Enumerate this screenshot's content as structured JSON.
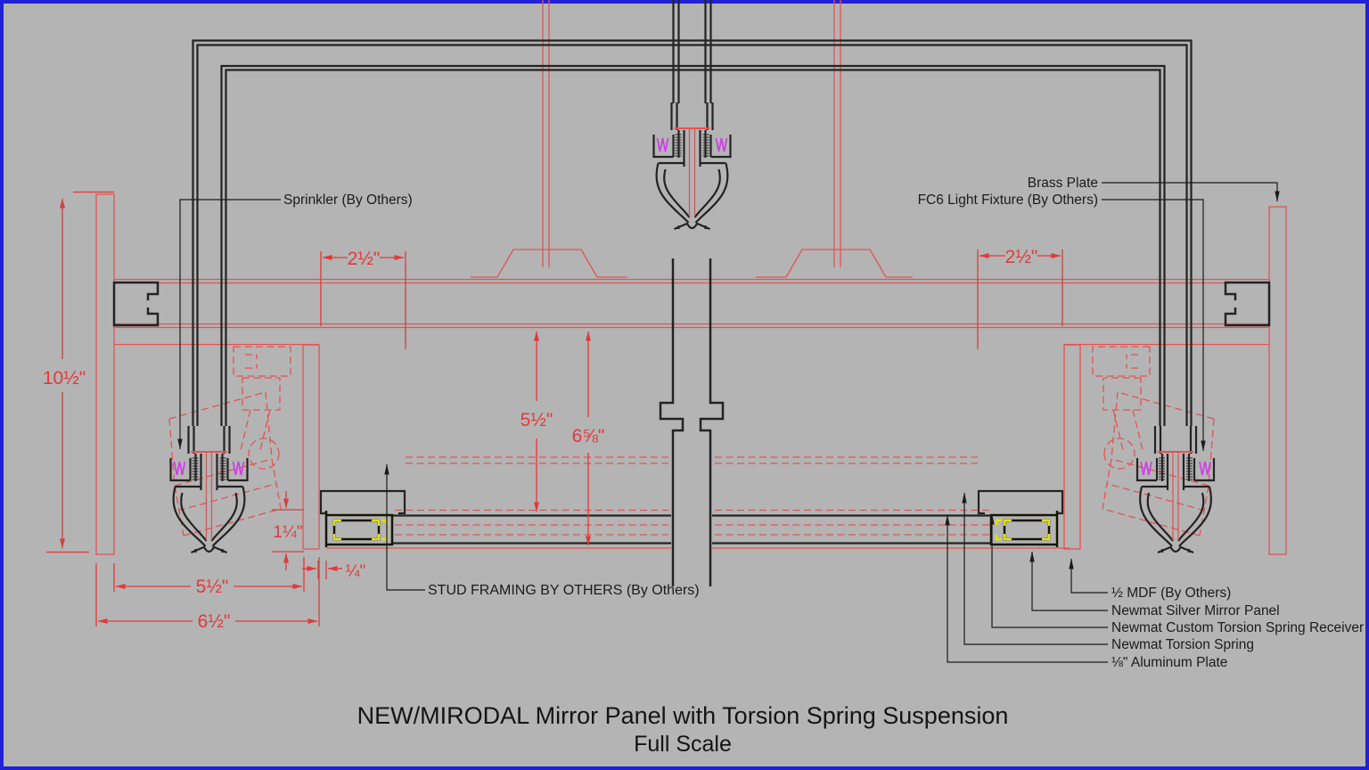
{
  "title": {
    "line1": "NEW/MIRODAL Mirror Panel with Torsion Spring Suspension",
    "line2": "Full Scale"
  },
  "callouts": {
    "sprinkler": "Sprinkler (By Others)",
    "brass_plate": "Brass Plate",
    "light_fixture": "FC6 Light Fixture (By Others)",
    "stud_framing": "STUD FRAMING BY OTHERS (By Others)",
    "mdf": "½ MDF (By Others)",
    "mirror_panel": "Newmat Silver Mirror Panel",
    "spring_receiver": "Newmat Custom Torsion Spring Receiver",
    "torsion_spring": "Newmat Torsion Spring",
    "aluminum_plate": "⅛\" Aluminum Plate"
  },
  "dimensions": {
    "overall_height": "10½\"",
    "left_track_width": "2½\"",
    "right_track_width": "2½\"",
    "panel_recess": "5½\"",
    "overall_recess": "6⅝\"",
    "receiver_height": "1¼\"",
    "panel_gap": "¼\"",
    "sprinkler_box_width": "5½\"",
    "sprinkler_box_overall": "6½\""
  },
  "colors": {
    "background": "#b4b4b4",
    "border_blue": "#2121d8",
    "line_red": "#e05454",
    "dimension_red": "#e03a3a",
    "line_black": "#232323",
    "thread_purple": "#cf3ce8",
    "extrusion_yellow": "#e3e300"
  }
}
